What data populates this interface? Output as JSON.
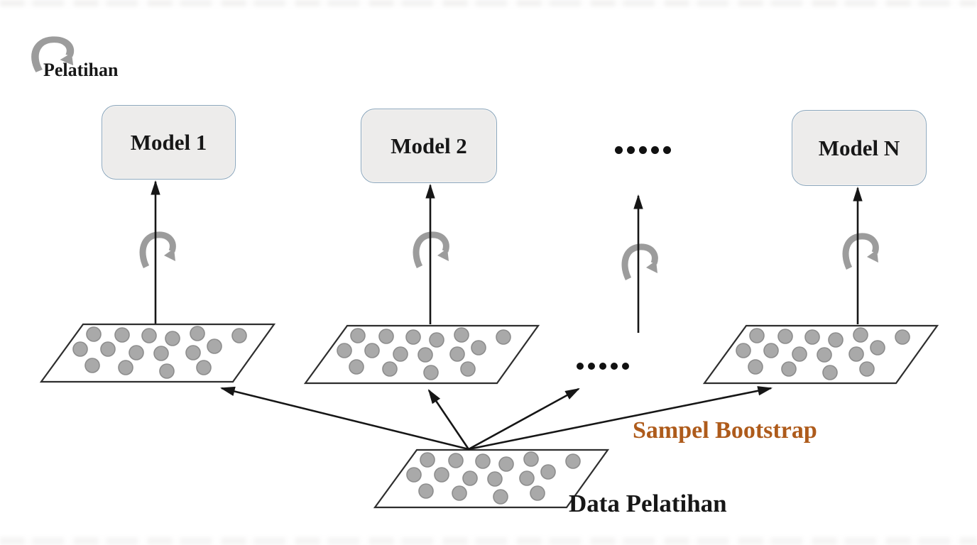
{
  "diagram": {
    "legend": {
      "label": "Pelatihan"
    },
    "models": [
      {
        "label": "Model 1"
      },
      {
        "label": "Model 2"
      },
      {
        "label": "Model N"
      }
    ],
    "ellipsis": {
      "models_count": 5,
      "samples_count": 5
    },
    "labels": {
      "bootstrap": "Sampel Bootstrap",
      "training_data": "Data Pelatihan"
    },
    "colors": {
      "box_fill": "#edeceb",
      "box_border": "#8ca7bc",
      "line_black": "#161616",
      "curved_arrow": "#9c9c9c",
      "sample_dot_fill": "#a9a9a9",
      "sample_dot_stroke": "#8d8d8d",
      "ellipsis_dot": "#111111",
      "bootstrap_text": "#ae5b1b",
      "text": "#171717",
      "plane_stroke": "#2e2e2e"
    }
  }
}
